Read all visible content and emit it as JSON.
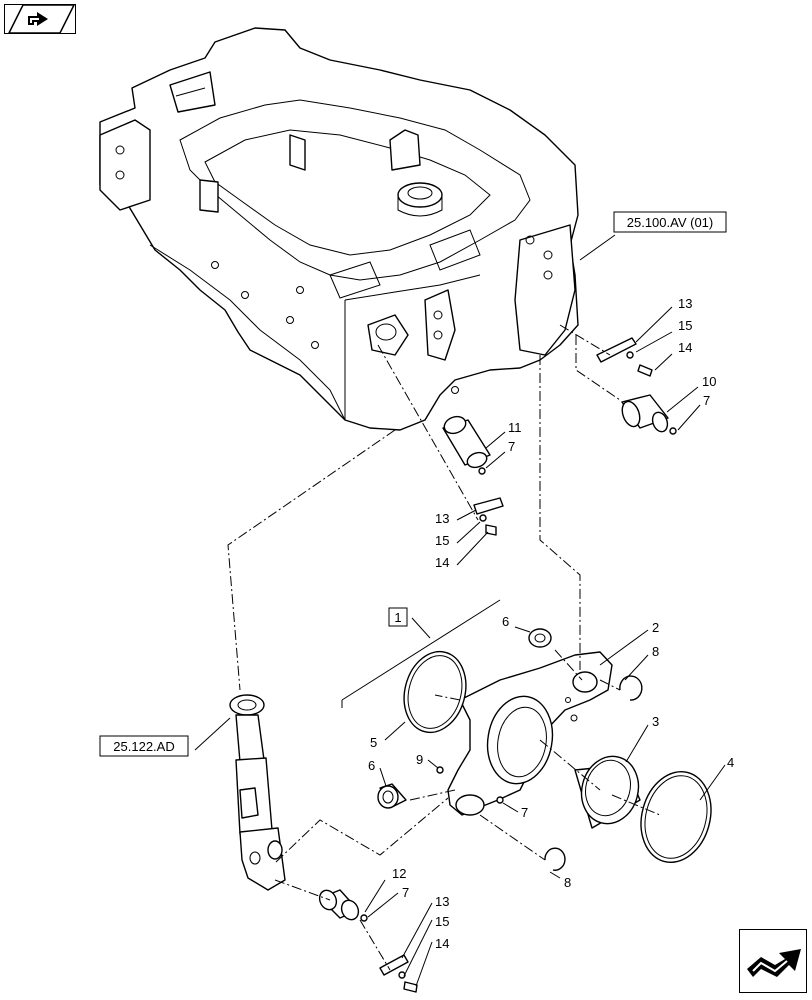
{
  "references": {
    "ref_rear": "25.100.AV (01)",
    "ref_cylinder": "25.122.AD",
    "kit_number": "1"
  },
  "callouts": {
    "c1": "13",
    "c2": "15",
    "c3": "14",
    "c4": "10",
    "c5": "7",
    "c6": "11",
    "c7": "7",
    "c8": "13",
    "c9": "15",
    "c10": "14",
    "c11": "6",
    "c12": "2",
    "c13": "8",
    "c14": "5",
    "c15": "3",
    "c16": "4",
    "c17": "9",
    "c18": "6",
    "c19": "7",
    "c20": "8",
    "c21": "12",
    "c22": "7",
    "c23": "13",
    "c24": "15",
    "c25": "14"
  },
  "icons": {
    "top_nav": "previous-page-icon",
    "bottom_nav": "next-page-icon"
  }
}
